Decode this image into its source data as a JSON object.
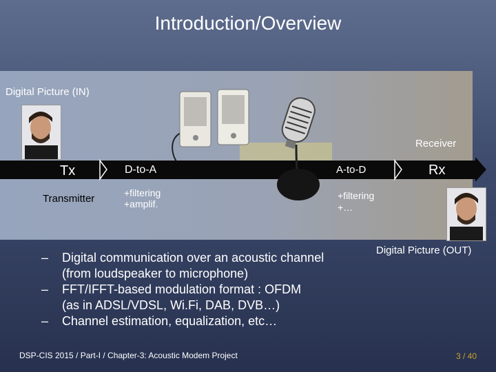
{
  "title": "Introduction/Overview",
  "labels": {
    "digital_in": "Digital Picture (IN)",
    "receiver": "Receiver",
    "tx": "Tx",
    "transmitter": "Transmitter",
    "d_to_a": "D-to-A",
    "tx_processing": [
      "+filtering",
      "+amplif."
    ],
    "a_to_d": "A-to-D",
    "rx": "Rx",
    "rx_processing": [
      "+filtering",
      "+…"
    ],
    "digital_out": "Digital Picture (OUT)"
  },
  "bullets": [
    {
      "dash": "–",
      "lines": [
        "Digital communication over an acoustic channel",
        "(from loudspeaker to microphone)"
      ]
    },
    {
      "dash": "–",
      "lines": [
        "FFT/IFFT-based modulation format : OFDM",
        "(as in ADSL/VDSL, Wi.Fi, DAB, DVB…)"
      ]
    },
    {
      "dash": "–",
      "lines": [
        "Channel estimation, equalization, etc…"
      ]
    }
  ],
  "footer": {
    "course": "DSP-CIS  2015  /  Part-I  /  Chapter-3: Acoustic Modem Project",
    "page": "3 / 40"
  },
  "colors": {
    "pipeline": "#0a0a0a",
    "footer_page": "#c9a227"
  }
}
